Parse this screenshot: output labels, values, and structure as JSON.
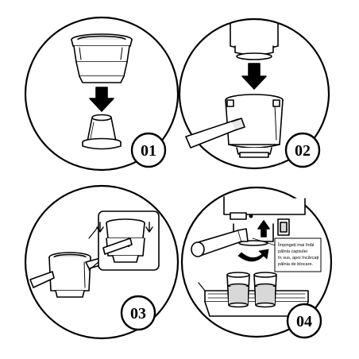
{
  "steps": [
    {
      "label": "01"
    },
    {
      "label": "02"
    },
    {
      "label": "03"
    },
    {
      "label": "04",
      "note": [
        "Împingeți mai întâi",
        "pâlnia capsulei",
        "în sus, apoi încărcați",
        "pâlnia de blocare."
      ]
    }
  ],
  "colors": {
    "ink": "#000000",
    "paper": "#ffffff",
    "shade": "#d8d8d8"
  }
}
